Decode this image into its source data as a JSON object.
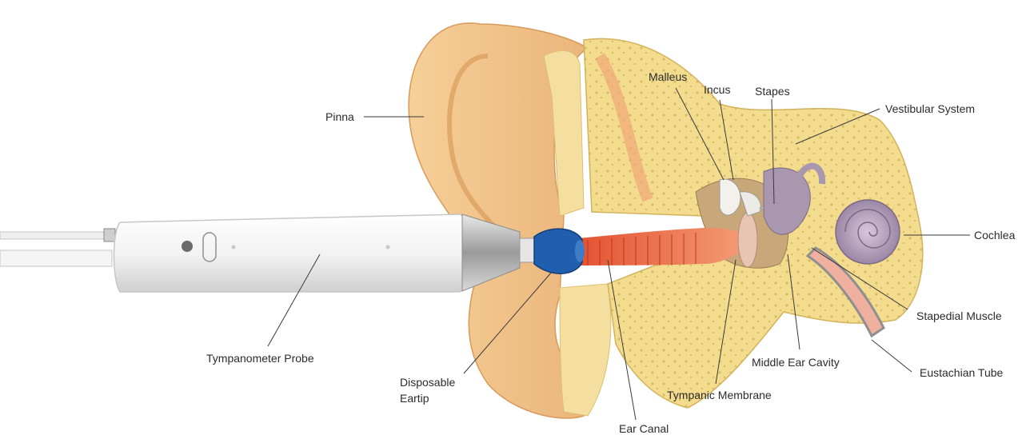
{
  "labels": {
    "pinna": "Pinna",
    "malleus": "Malleus",
    "incus": "Incus",
    "stapes": "Stapes",
    "vestibular_system": "Vestibular System",
    "cochlea": "Cochlea",
    "stapedial_muscle": "Stapedial Muscle",
    "eustachian_tube": "Eustachian Tube",
    "middle_ear_cavity": "Middle Ear Cavity",
    "tympanic_membrane": "Tympanic Membrane",
    "ear_canal": "Ear Canal",
    "disposable_eartip_line1": "Disposable",
    "disposable_eartip_line2": "Eartip",
    "tympanometer_probe": "Tympanometer Probe"
  },
  "colors": {
    "skin": "#f2c48a",
    "skin_shadow": "#e2a566",
    "bone": "#f3dc8e",
    "bone_dark": "#d9bb64",
    "canal": "#e8603a",
    "cochlea": "#a997b0",
    "probe_body": "#f4f4f4",
    "eartip_blue": "#1f5fae"
  }
}
